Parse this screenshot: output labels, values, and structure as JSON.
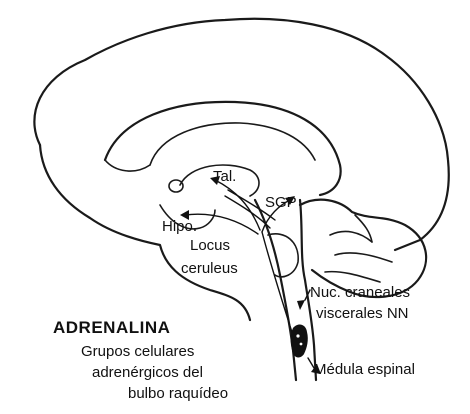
{
  "labels": {
    "tal": "Tal.",
    "sgp": "SGP",
    "hipo": "Hipo.",
    "locus": "Locus",
    "ceruleus": "ceruleus",
    "nuc_craneales": "Nuc. craneales",
    "viscerales": "viscerales NN",
    "title": "ADRENALINA",
    "grupos": "Grupos celulares",
    "adrenergicos": "adrenérgicos del",
    "bulbo": "bulbo raquídeo",
    "medula": "Médula espinal"
  },
  "colors": {
    "ink": "#111111",
    "background": "#ffffff"
  }
}
